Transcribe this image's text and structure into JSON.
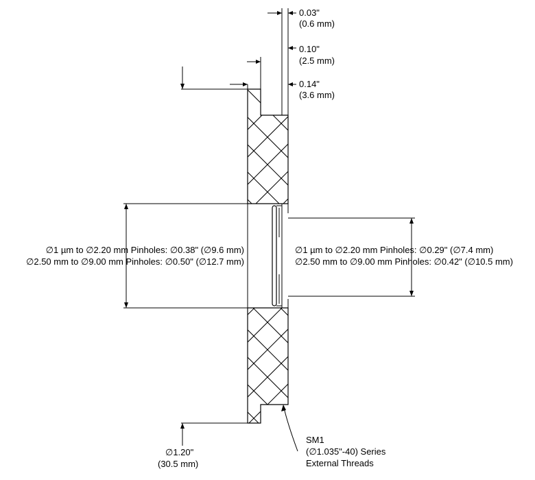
{
  "dimensions": {
    "thickness_top": {
      "inch": "0.03\"",
      "mm": "(0.6 mm)"
    },
    "thickness_mid": {
      "inch": "0.10\"",
      "mm": "(2.5 mm)"
    },
    "thickness_total": {
      "inch": "0.14\"",
      "mm": "(3.6 mm)"
    },
    "left_aperture": {
      "line1": "∅1 µm to ∅2.20 mm Pinholes: ∅0.38\" (∅9.6 mm)",
      "line2": "∅2.50 mm to ∅9.00 mm Pinholes: ∅0.50\" (∅12.7 mm)"
    },
    "right_aperture": {
      "line1": "∅1 µm to ∅2.20 mm Pinholes: ∅0.29\" (∅7.4 mm)",
      "line2": "∅2.50 mm to ∅9.00 mm Pinholes: ∅0.42\" (∅10.5 mm)"
    },
    "outer_diameter": {
      "inch": "∅1.20\"",
      "mm": "(30.5 mm)"
    },
    "thread": {
      "line1": "SM1",
      "line2": "(∅1.035\"-40) Series",
      "line3": "External Threads"
    }
  }
}
